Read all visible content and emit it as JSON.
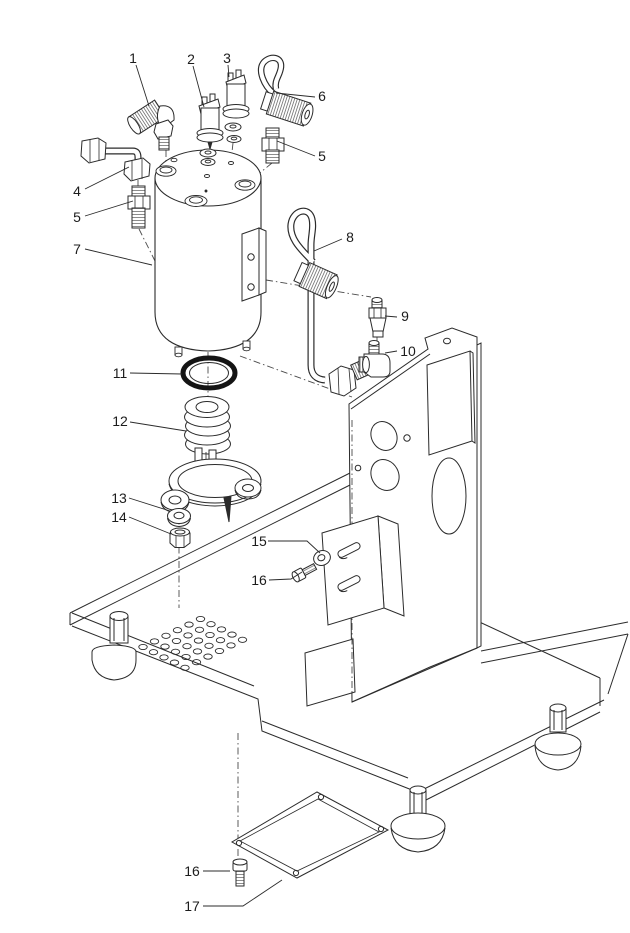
{
  "figure": {
    "kind": "exploded-view-parts-diagram",
    "subject": "boiler and base frame assembly",
    "visible_part_numbers": [
      "1",
      "2",
      "3",
      "4",
      "5",
      "6",
      "7",
      "8",
      "9",
      "10",
      "11",
      "12",
      "13",
      "14",
      "15",
      "16",
      "17"
    ]
  },
  "colors": {
    "line": "#2b2b2b",
    "construction": "#4a4a4a",
    "o_ring": "#141414",
    "background": "#ffffff"
  },
  "callouts": [
    {
      "part": "1"
    },
    {
      "part": "2"
    },
    {
      "part": "3"
    },
    {
      "part": "6"
    },
    {
      "part": "5"
    },
    {
      "part": "4"
    },
    {
      "part": "5"
    },
    {
      "part": "7"
    },
    {
      "part": "8"
    },
    {
      "part": "9"
    },
    {
      "part": "10"
    },
    {
      "part": "11"
    },
    {
      "part": "12"
    },
    {
      "part": "13"
    },
    {
      "part": "14"
    },
    {
      "part": "15"
    },
    {
      "part": "16"
    },
    {
      "part": "16"
    },
    {
      "part": "17"
    }
  ]
}
